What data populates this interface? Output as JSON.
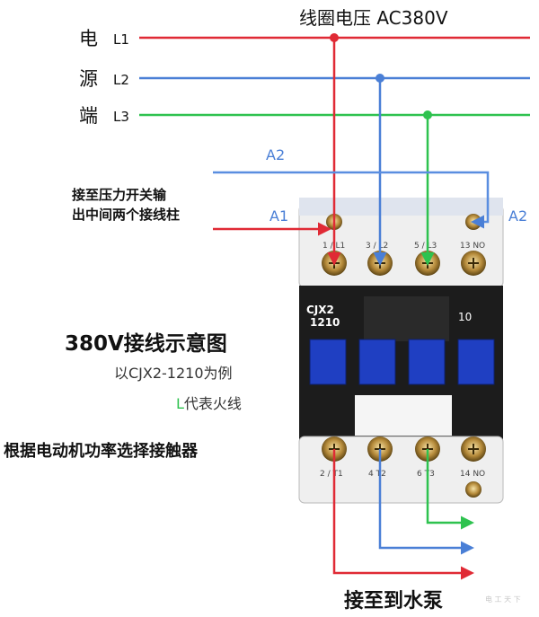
{
  "title": "线圈电压 AC380V",
  "source": {
    "l1": {
      "char": "电",
      "label": "L1"
    },
    "l2": {
      "char": "源",
      "label": "L2"
    },
    "l3": {
      "char": "端",
      "label": "L3"
    }
  },
  "a2_label_wire": "A2",
  "a1_label": "A1",
  "a2_label_right": "A2",
  "note_pressure_switch": [
    "接至压力开关输",
    "出中间两个接线柱"
  ],
  "top_terminals": [
    "1 / L1",
    "3 / L2",
    "5 / L3",
    "13 NO"
  ],
  "model": [
    "CJX2",
    "1210"
  ],
  "aux_contact": "10",
  "heading": "380V接线示意图",
  "example": "以CJX2-1210为例",
  "legend_prefix": "L",
  "legend_suffix": "代表火线",
  "select_note": "根据电动机功率选择接触器",
  "bottom_terminals": [
    "2 / T1",
    "4 T2",
    "6 T3",
    "14 NO"
  ],
  "output_note": "接至到水泵",
  "watermark": "电 工 天 下",
  "colors": {
    "l1": "#e02a35",
    "l2": "#4a7fd6",
    "l3": "#2ec24f",
    "a2": "#5a8ee0",
    "text": "#111111",
    "legend_l": "#2ec24f",
    "a_label": "#4a7fd6",
    "contactor_body": "#1c1c1c",
    "terminal_block": "#f2f2f2",
    "button": "#1f3fc2"
  }
}
